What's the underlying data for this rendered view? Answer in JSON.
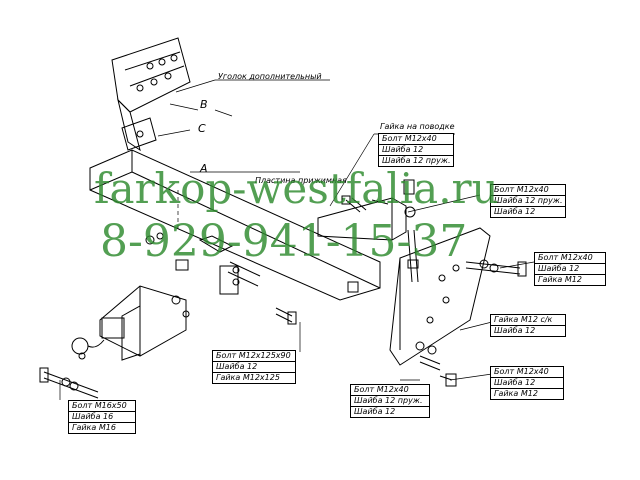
{
  "watermark": {
    "site": "farkop-westfalia.ru",
    "phone": "8-929-941-15-37",
    "color": "#2e8b2e"
  },
  "labels": {
    "ugolok": "Уголок дополнительный",
    "plastina": "Пластина прижимная",
    "gayka_povodke": "Гайка на поводке",
    "letter_b": "B",
    "letter_c": "C",
    "letter_a": "A"
  },
  "tables": {
    "t_povodke": [
      "Болт M12x40",
      "Шайба 12",
      "Шайба 12 пруж."
    ],
    "t_m12x40_top": [
      "Болт M12x40",
      "Шайба 12 пруж.",
      "Шайба 12"
    ],
    "t_m12x40_right": [
      "Болт M12x40",
      "Шайба 12",
      "Гайка M12"
    ],
    "t_gayka_sk": [
      "Гайка M12 с/к",
      "Шайба 12"
    ],
    "t_m12x40_lower": [
      "Болт M12x40",
      "Шайба 12",
      "Гайка M12"
    ],
    "t_m12x125": [
      "Болт M12x125x90",
      "Шайба 12",
      "Гайка M12x125"
    ],
    "t_m12x40_bottom": [
      "Болт M12x40",
      "Шайба 12 пруж.",
      "Шайба 12"
    ],
    "t_m16": [
      "Болт M16x50",
      "Шайба 16",
      "Гайка M16"
    ]
  }
}
